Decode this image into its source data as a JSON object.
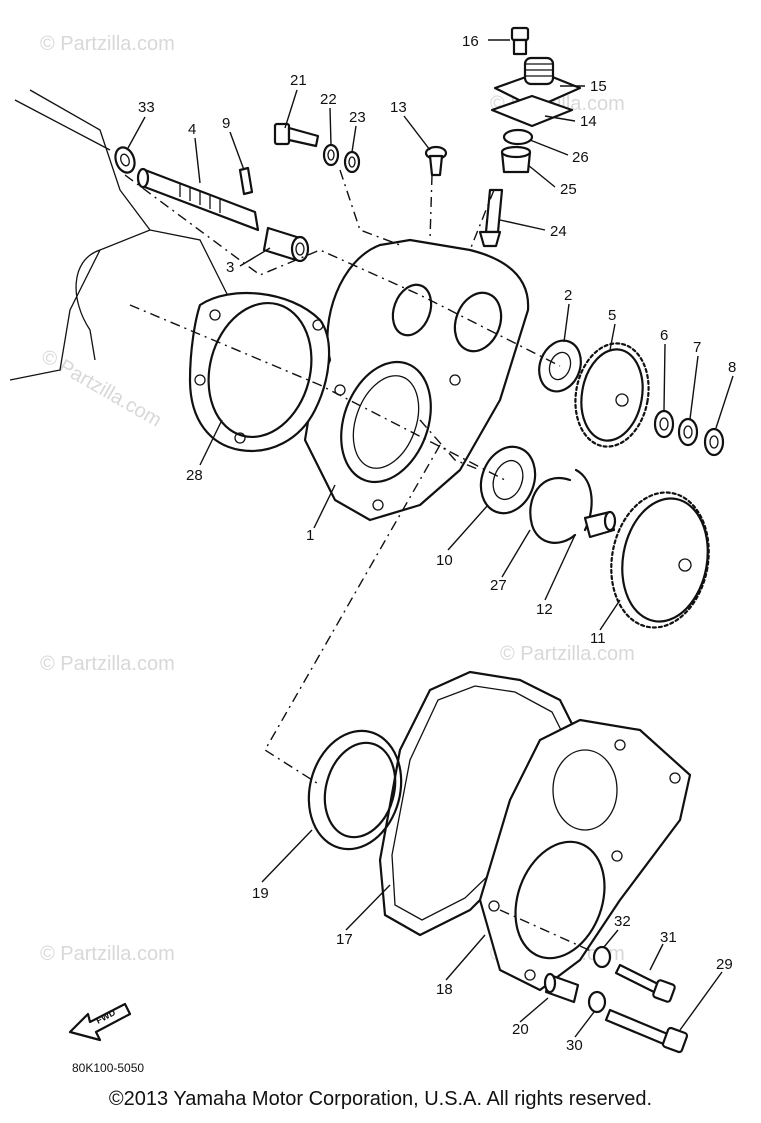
{
  "watermark": "© Partzilla.com",
  "callouts": [
    "16",
    "15",
    "14",
    "26",
    "25",
    "24",
    "21",
    "22",
    "23",
    "13",
    "33",
    "4",
    "9",
    "3",
    "2",
    "5",
    "6",
    "7",
    "8",
    "28",
    "1",
    "10",
    "27",
    "12",
    "11",
    "19",
    "17",
    "18",
    "32",
    "31",
    "29",
    "20",
    "30"
  ],
  "direction_label": "FWD",
  "drawing_code": "80K100-5050",
  "copyright": "©2013 Yamaha Motor Corporation, U.S.A. All rights reserved."
}
